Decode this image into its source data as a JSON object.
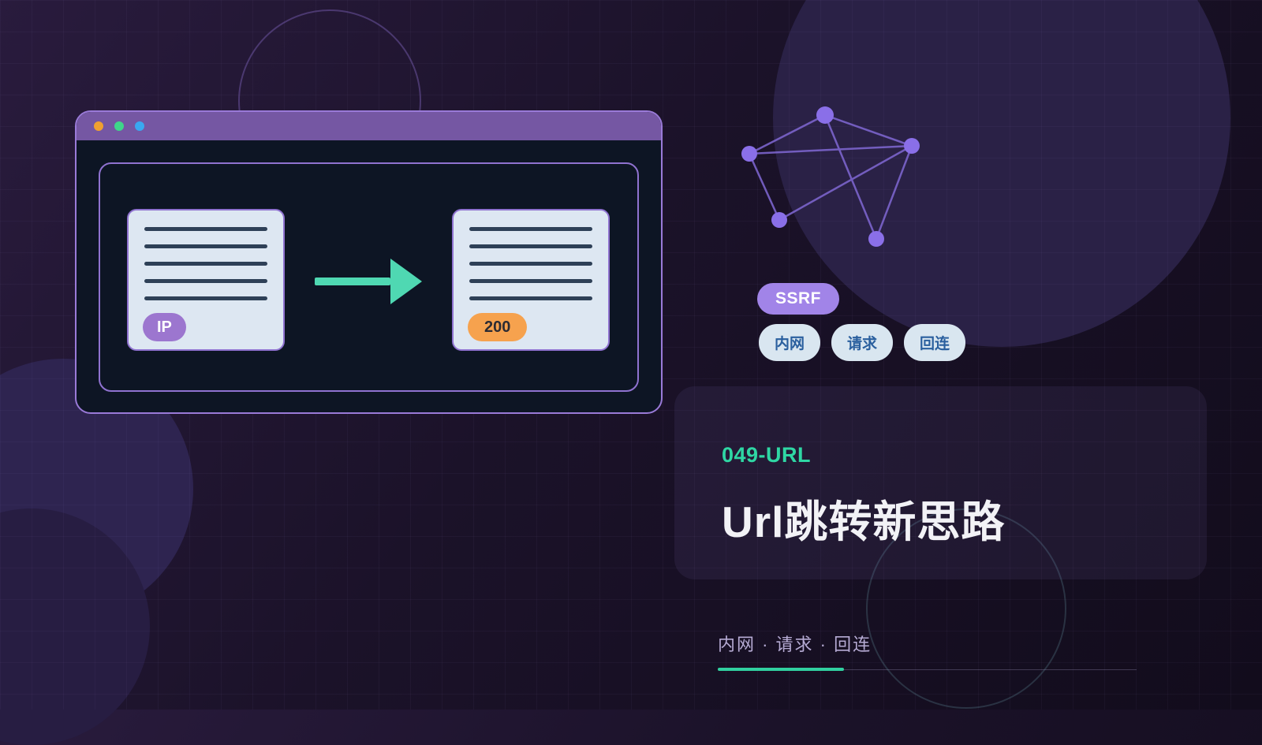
{
  "theme": {
    "background": "#171022",
    "accent_teal": "#31d0a0",
    "accent_purple": "#a184e8",
    "accent_orange": "#f6a24e",
    "card_bg": "#dde7f2",
    "window_titlebar": "#7557a3",
    "traffic_lights": [
      "#f0a030",
      "#3fd68a",
      "#3aa8f0"
    ]
  },
  "window": {
    "left_badge": "IP",
    "right_badge": "200"
  },
  "tags": {
    "primary": "SSRF",
    "secondary": [
      "内网",
      "请求",
      "回连"
    ]
  },
  "panel": {
    "code": "049-URL",
    "title": "Url跳转新思路"
  },
  "footer": {
    "keywords": "内网 · 请求 · 回连"
  }
}
